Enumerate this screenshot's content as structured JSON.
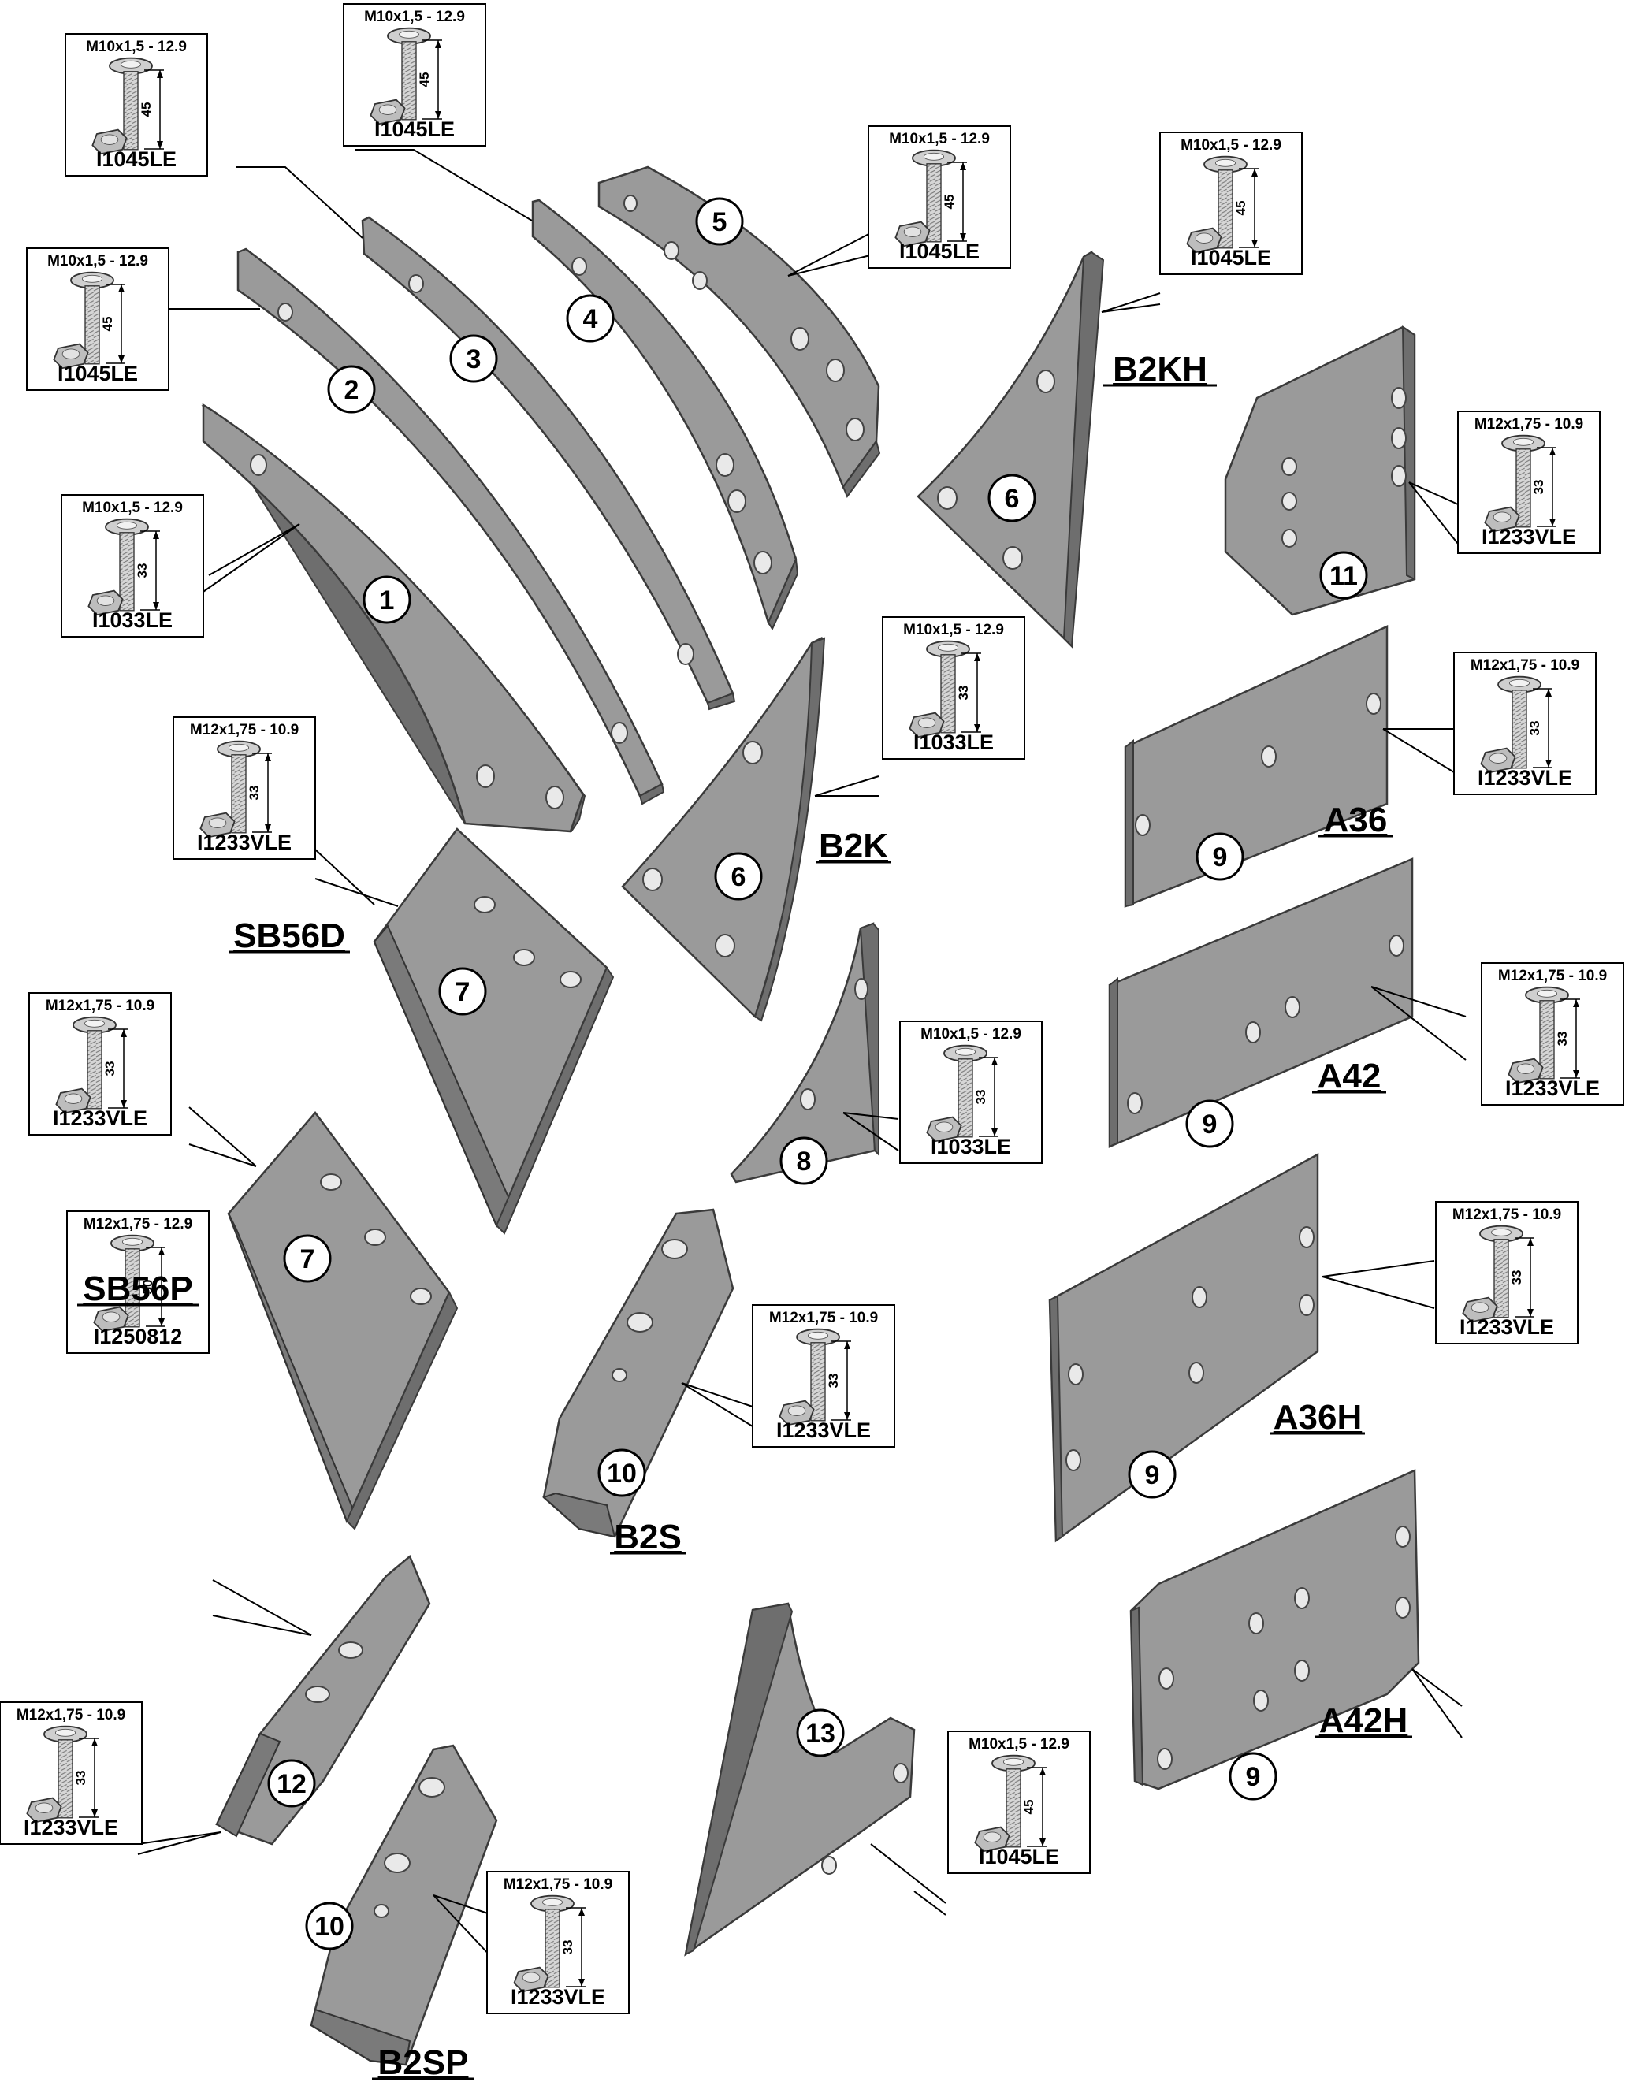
{
  "parts": [
    {
      "id": "p1",
      "number": "1"
    },
    {
      "id": "p2",
      "number": "2"
    },
    {
      "id": "p3",
      "number": "3"
    },
    {
      "id": "p4",
      "number": "4"
    },
    {
      "id": "p5",
      "number": "5"
    },
    {
      "id": "p6a",
      "number": "6"
    },
    {
      "id": "p6b",
      "number": "6"
    },
    {
      "id": "p7a",
      "number": "7"
    },
    {
      "id": "p7b",
      "number": "7"
    },
    {
      "id": "p8",
      "number": "8"
    },
    {
      "id": "p9a",
      "number": "9"
    },
    {
      "id": "p9b",
      "number": "9"
    },
    {
      "id": "p9c",
      "number": "9"
    },
    {
      "id": "p9d",
      "number": "9"
    },
    {
      "id": "p10a",
      "number": "10"
    },
    {
      "id": "p10b",
      "number": "10"
    },
    {
      "id": "p11",
      "number": "11"
    },
    {
      "id": "p12",
      "number": "12"
    },
    {
      "id": "p13",
      "number": "13"
    }
  ],
  "models": {
    "b2kh": "B2KH",
    "b2k": "B2K",
    "sb56d": "SB56D",
    "sb56p": "SB56P",
    "a36": "A36",
    "a42": "A42",
    "a36h": "A36H",
    "a42h": "A42H",
    "b2s": "B2S",
    "b2sp": "B2SP"
  },
  "bolts": [
    {
      "id": "b1",
      "spec": "M10x1,5 - 12.9",
      "length": "45",
      "code": "I1045LE"
    },
    {
      "id": "b2",
      "spec": "M10x1,5 - 12.9",
      "length": "45",
      "code": "I1045LE"
    },
    {
      "id": "b3",
      "spec": "M10x1,5 - 12.9",
      "length": "45",
      "code": "I1045LE"
    },
    {
      "id": "b4",
      "spec": "M10x1,5 - 12.9",
      "length": "45",
      "code": "I1045LE"
    },
    {
      "id": "b5",
      "spec": "M10x1,5 - 12.9",
      "length": "45",
      "code": "I1045LE"
    },
    {
      "id": "b6",
      "spec": "M10x1,5 - 12.9",
      "length": "33",
      "code": "I1033LE"
    },
    {
      "id": "b7",
      "spec": "M12x1,75 - 10.9",
      "length": "33",
      "code": "I1233VLE"
    },
    {
      "id": "b8",
      "spec": "M10x1,5 - 12.9",
      "length": "33",
      "code": "I1033LE"
    },
    {
      "id": "b9",
      "spec": "M12x1,75 - 10.9",
      "length": "33",
      "code": "I1233VLE"
    },
    {
      "id": "b10",
      "spec": "M12x1,75 - 10.9",
      "length": "33",
      "code": "I1233VLE"
    },
    {
      "id": "b11",
      "spec": "M12x1,75 - 10.9",
      "length": "33",
      "code": "I1233VLE"
    },
    {
      "id": "b12",
      "spec": "M10x1,5 - 12.9",
      "length": "33",
      "code": "I1033LE"
    },
    {
      "id": "b13",
      "spec": "M12x1,75 - 10.9",
      "length": "33",
      "code": "I1233VLE"
    },
    {
      "id": "b14",
      "spec": "M12x1,75 - 10.9",
      "length": "33",
      "code": "I1233VLE"
    },
    {
      "id": "b15",
      "spec": "M12x1,75 - 10.9",
      "length": "33",
      "code": "I1233VLE"
    },
    {
      "id": "b16",
      "spec": "M12x1,75 - 12.9",
      "length": "50",
      "code": "I1250812"
    },
    {
      "id": "b17",
      "spec": "M12x1,75 - 10.9",
      "length": "33",
      "code": "I1233VLE"
    },
    {
      "id": "b18",
      "spec": "M12x1,75 - 10.9",
      "length": "33",
      "code": "I1233VLE"
    },
    {
      "id": "b19",
      "spec": "M10x1,5 - 12.9",
      "length": "45",
      "code": "I1045LE"
    }
  ]
}
